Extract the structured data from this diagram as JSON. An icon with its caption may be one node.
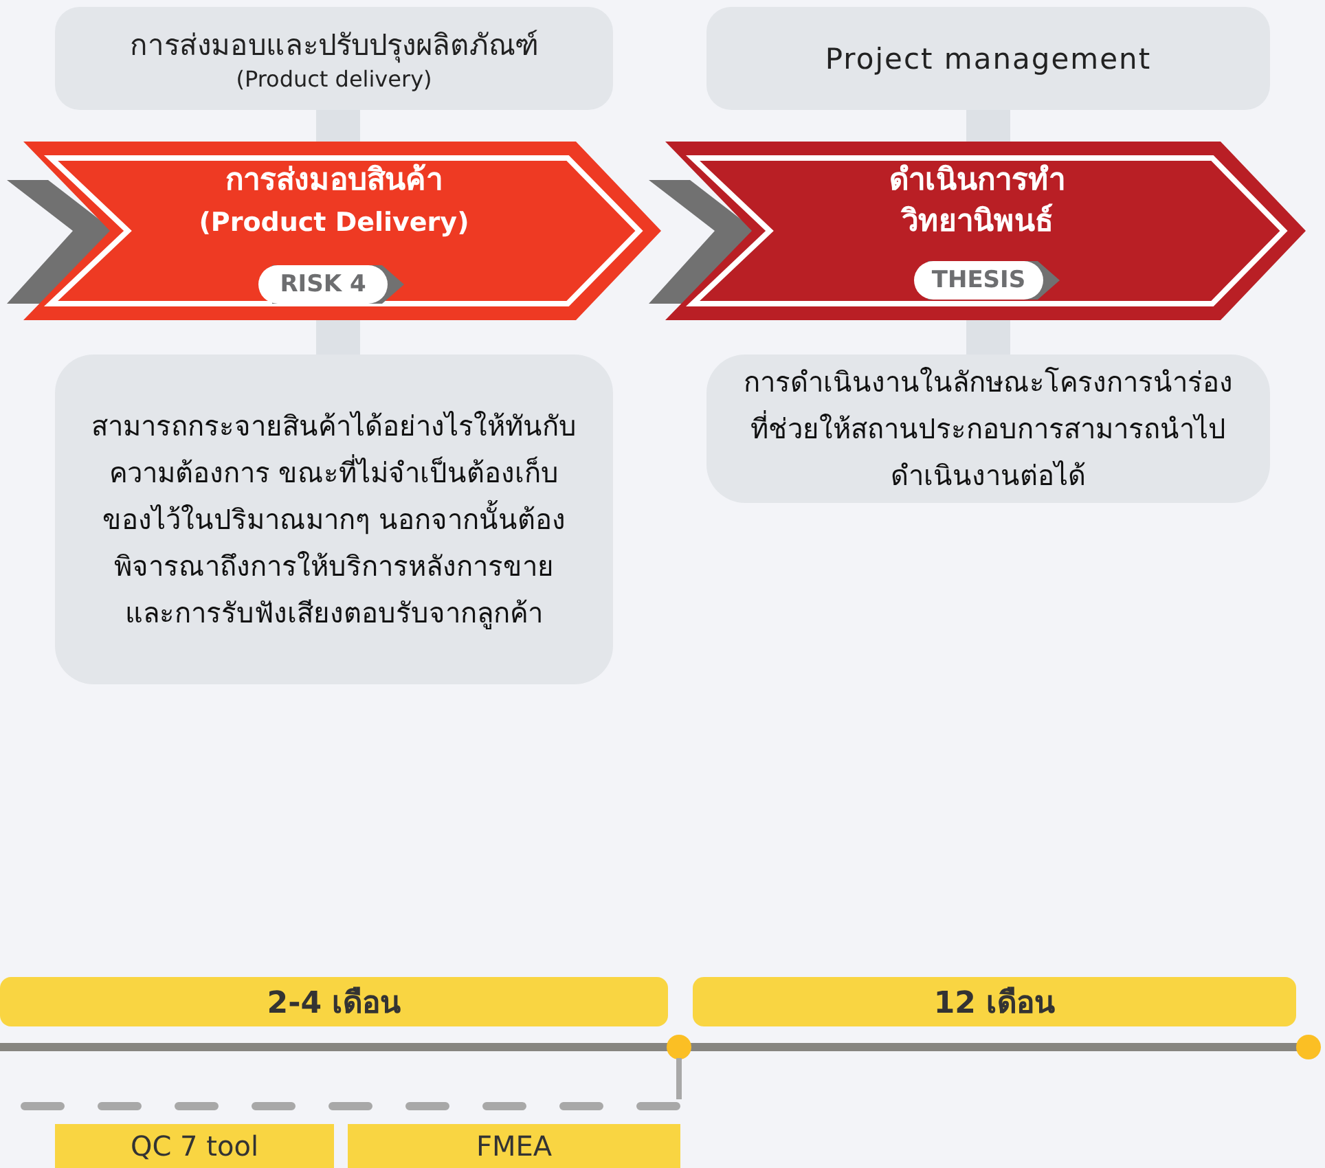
{
  "diagram": {
    "nodes": [
      {
        "text": [
          "การส่งมอบและปรับปรุงผลิตภัณฑ์",
          "(Product delivery)"
        ]
      },
      {
        "text": [
          "Project management"
        ]
      },
      {
        "text": [
          "การส่งมอบสินค้า",
          "(Product Delivery)"
        ]
      },
      {
        "text": [
          "RISK 4"
        ],
        "in": 2
      },
      {
        "text": [
          "ดำเนินการทำวิทยานิพนธ์"
        ]
      },
      {
        "text": [
          "THESIS"
        ],
        "in": 4
      },
      {
        "text": [
          "สามารถกระจายสินค้าได้อย่างไรให้ทันกับความต้องการ ขณะที่ไม่จำเป็นต้องเก็บของไว้ในปริมาณมากๆ นอกจากนั้นต้องพิจารณาถึงการให้บริการหลังการขายและการรับฟังเสียงตอบรับจากลูกค้า"
        ]
      },
      {
        "text": [
          "การดำเนินงานในลักษณะโครงการนำร่องที่ช่วยให้สถานประกอบการสามารถนำไปดำเนินงานต่อได้"
        ]
      },
      {
        "text": [
          "2-4 เดือน"
        ]
      },
      {
        "text": [
          "12 เดือน"
        ]
      },
      {
        "text": [
          "QC 7 tool"
        ]
      },
      {
        "text": [
          "FMEA"
        ]
      }
    ],
    "edges": [
      {
        "from": 0,
        "to": 2,
        "arrow": "none"
      },
      {
        "from": 2,
        "to": 6,
        "arrow": "none"
      },
      {
        "from": 1,
        "to": 4,
        "arrow": "none"
      },
      {
        "from": 4,
        "to": 7,
        "arrow": "none"
      }
    ]
  }
}
